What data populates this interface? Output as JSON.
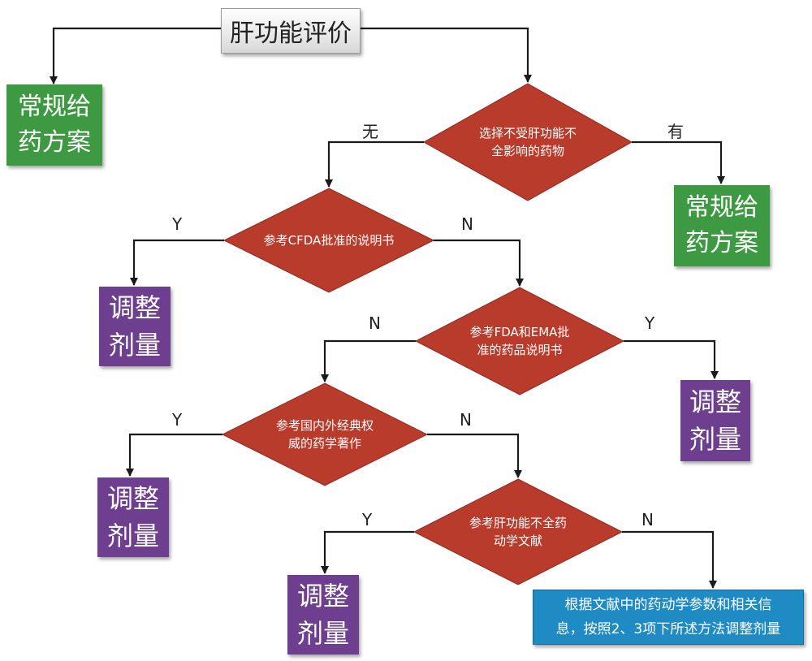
{
  "start": {
    "label": "肝功能评价"
  },
  "decisions": {
    "d1": "选择不受肝功能不\n全影响的药物",
    "d2": "参考CFDA批准的说明书",
    "d3": "参考FDA和EMA批\n准的药品说明书",
    "d4": "参考国内外经典权\n威的药学著作",
    "d5": "参考肝功能不全药\n动学文献"
  },
  "outcomes": {
    "standard_1": "常规给\n药方案",
    "standard_2": "常规给\n药方案",
    "adjust_1": "调整\n剂量",
    "adjust_2": "调整\n剂量",
    "adjust_3": "调整\n剂量",
    "adjust_4": "调整\n剂量",
    "final": "根据文献中的药动学参数和相关信\n息，按照2、3项下所述方法调整剂量"
  },
  "branch_labels": {
    "d1_left": "无",
    "d1_right": "有",
    "d2_left": "Y",
    "d2_right": "N",
    "d3_left": "N",
    "d3_right": "Y",
    "d4_left": "Y",
    "d4_right": "N",
    "d5_left": "Y",
    "d5_right": "N"
  },
  "colors": {
    "decision": "#b83b2c",
    "standard": "#3d9a43",
    "adjust": "#6d3f8e",
    "final": "#1f8bc4",
    "connector": "#1a1a1a"
  }
}
